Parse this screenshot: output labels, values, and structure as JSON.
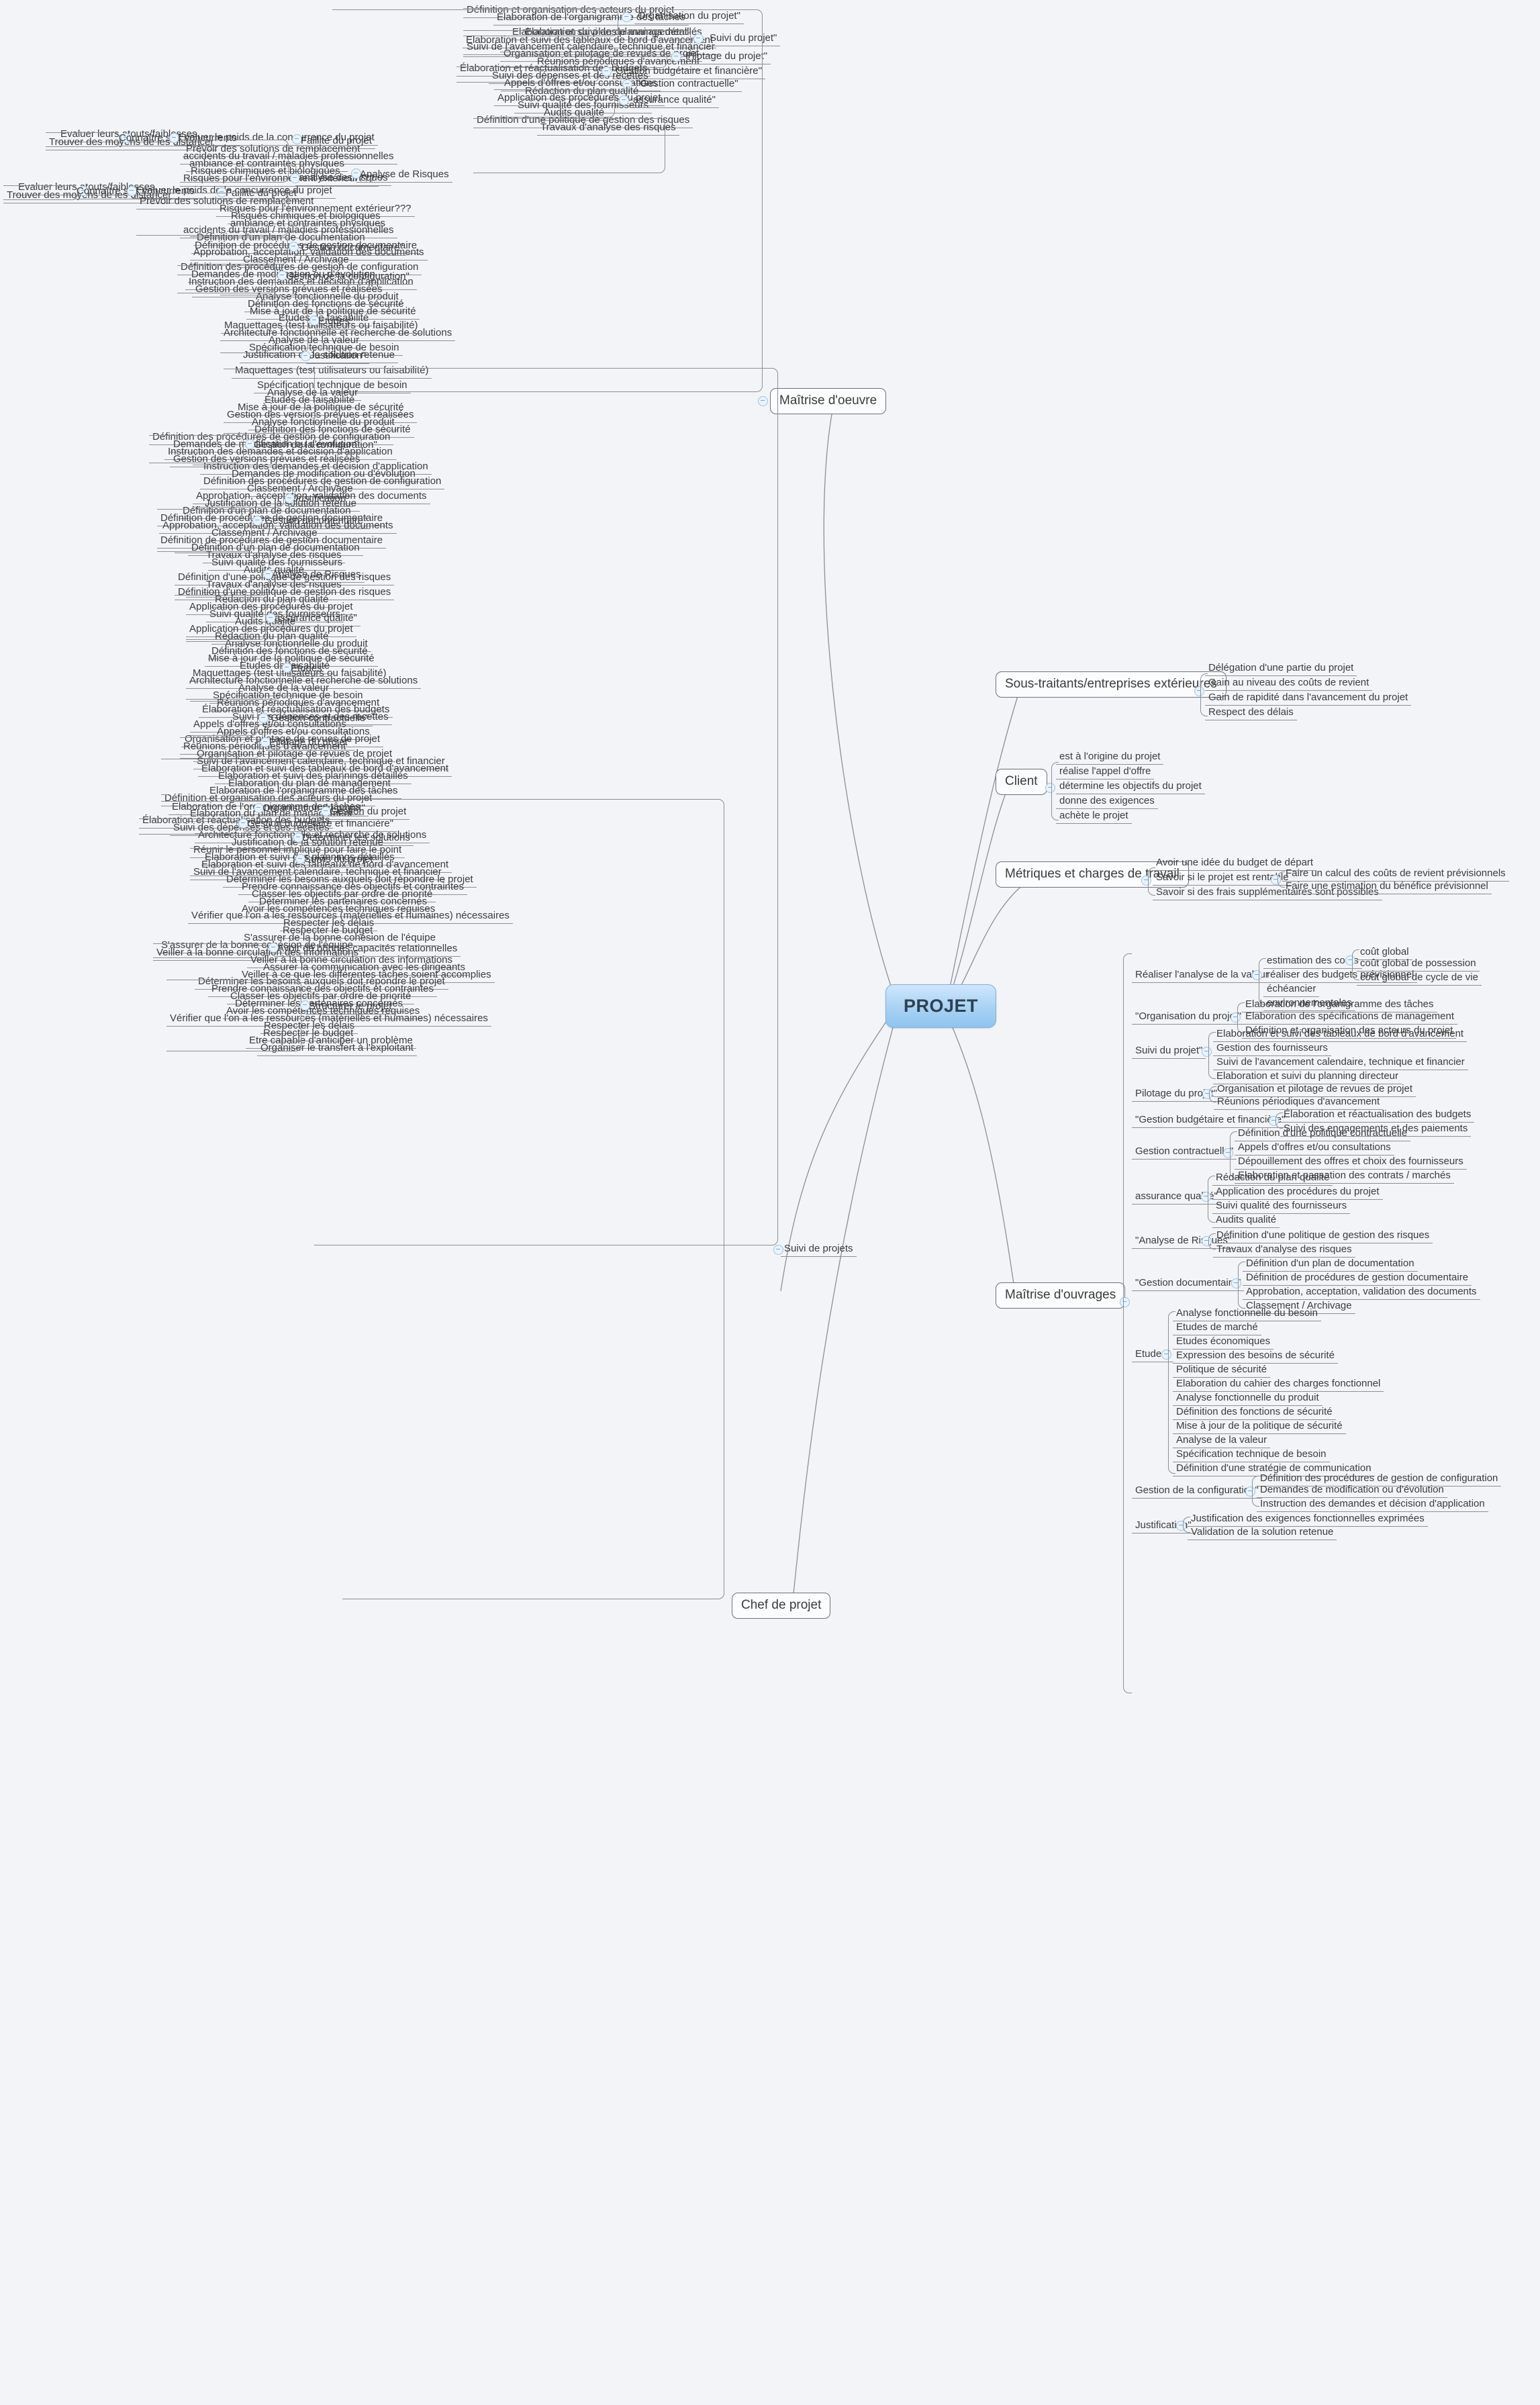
{
  "root": {
    "label": "PROJET"
  },
  "colors": {
    "background": "#f2f4f8",
    "root_fill": "#a8d2f4",
    "root_border": "#7fb2dd",
    "line": "#8d8f94",
    "toggle": "#9cc3e4",
    "text": "#3b3b3b"
  },
  "icons": {
    "collapse": "collapse-toggle-icon"
  },
  "branches": {
    "maitrise_oeuvre": {
      "label": "Maîtrise d'oeuvre",
      "groups": {
        "organisation": {
          "label": "Organisation du projet\"",
          "items": [
            "Définition et organisation des acteurs du projet",
            "Elaboration de l'organigramme des tâches",
            "Elaboration du plan de management"
          ]
        },
        "suivi": {
          "label": "Suivi du projet\"",
          "items": [
            "Elaboration et suivi des plannings détaillés",
            "Elaboration et suivi des tableaux de bord d'avancement",
            "Suivi de l'avancement calendaire, technique et financier"
          ]
        },
        "pilotage": {
          "label": "Pilotage du projet\"",
          "items": [
            "Organisation et pilotage de revues de projet",
            "Réunions périodiques d'avancement"
          ]
        },
        "budget": {
          "label": "Gestion budgétaire et financière\"",
          "items": [
            "Élaboration et réactualisation des budgets",
            "Suivi des dépenses et des recettes"
          ]
        },
        "contractuelle": {
          "label": "\"Gestion contractuelle\"",
          "items": [
            "Appels d'offres et/ou consultations"
          ]
        },
        "qualite": {
          "label": "assurance qualité\"",
          "items": [
            "Rédaction du plan qualité",
            "Application des procédures du projet",
            "Suivi qualité des fournisseurs",
            "Audits qualité"
          ]
        },
        "risques": {
          "label": "Analyse de Risques",
          "items": [
            "Définition d'une politique de gestion des risques",
            "Travaux d'analyse des risques"
          ]
        },
        "analyse_risques": {
          "label": "analyse des risques",
          "items": [
            "Prévoir des solutions de remplacement",
            "accidents du travail / maladies professionnelles",
            "ambiance et contraintes physiques",
            "Risques chimiques et biologiques",
            "Risques pour l'environnement extérieur???"
          ]
        },
        "faillite": {
          "label": "Faillite du projet",
          "items": [
            "Evaluer le poids de la concurrence du projet"
          ]
        },
        "concurrents": {
          "label": "Connaître ses concurrents",
          "items": [
            "Evaluer leurs atouts/faiblesses",
            "Trouver des moyens de les distancer"
          ]
        },
        "faillite2": {
          "label": "Faillite du projet",
          "items": [
            "Evaluer le poids de la concurrence du projet"
          ]
        },
        "concurrents2": {
          "label": "Connaître ses concurrents",
          "items": [
            "Evaluer leurs atouts/faiblesses",
            "Trouver des moyens de les distancer"
          ]
        },
        "risques2_items": [
          "Prévoir des solutions de remplacement",
          "Risques pour l'environnement extérieur???",
          "Risques chimiques et biologiques",
          "ambiance et contraintes physiques",
          "accidents du travail / maladies professionnelles"
        ],
        "documentaire": {
          "label": "\"Gestion documentaire\"",
          "items": [
            "Définition d'un plan de documentation",
            "Définition de procédures de gestion documentaire",
            "Approbation, acceptation, validation des documents",
            "Classement / Archivage"
          ]
        },
        "configuration": {
          "label": "Gestion de la configuration\"",
          "items": [
            "Définition des procédures de gestion de configuration",
            "Demandes de modification ou d'évolution",
            "Instruction des demandes et décision d'application",
            "Gestion des versions prévues et réalisées"
          ]
        },
        "etudes": {
          "label": "Etudes\"",
          "items": [
            "Analyse fonctionnelle du produit",
            "Définition des fonctions de sécurité",
            "Mise à jour de la politique de sécurité",
            "Etudes de faisabilité",
            "Maquettages (test utilisateurs ou faisabilité)",
            "Architecture fonctionnelle et recherche de solutions",
            "Analyse de la valeur",
            "Spécification technique de besoin"
          ]
        },
        "justification": {
          "label": "Justification\"",
          "items": [
            "Justification de la solution retenue"
          ]
        }
      }
    },
    "sous_traitants": {
      "label": "Sous-traitants/entreprises extérieures",
      "items": [
        "Délégation d'une partie du projet",
        "Gain au niveau des coûts de revient",
        "Gain de rapidité dans l'avancement du projet",
        "Respect des délais"
      ]
    },
    "client": {
      "label": "Client",
      "items": [
        "est à l'origine du projet",
        "réalise l'appel d'offre",
        "détermine les objectifs du projet",
        "donne des exigences",
        "achète le projet"
      ]
    },
    "metriques": {
      "label": "Métriques et charges de travail",
      "items": [
        "Avoir une idée du budget de départ",
        "Savoir si le projet est rentable",
        "Savoir si des frais supplémentaires sont possibles"
      ],
      "rentable_children": [
        "Faire un calcul des coûts de revient prévisionnels",
        "Faire une estimation du bénéfice prévisionnel"
      ]
    },
    "maitrise_ouvrages": {
      "label": "Maîtrise d'ouvrages",
      "groups": {
        "analyse_valeur": {
          "label": "Réaliser l'analyse de la valeur",
          "items": [
            "estimation des couts",
            "réaliser des budgets prévisionnel",
            "échéancier",
            "environnementales"
          ],
          "couts_children": [
            "coût global",
            "coût global de possession",
            "coût global de cycle de vie"
          ]
        },
        "organisation": {
          "label": "\"Organisation du projet\"",
          "items": [
            "Elaboration de l'organigramme des tâches",
            "Elaboration des spécifications de management",
            "Définition et organisation des acteurs du projet"
          ]
        },
        "suivi": {
          "label": "Suivi du projet\"",
          "items": [
            "Elaboration et suivi des tableaux de bord d'avancement",
            "Gestion des fournisseurs",
            "Suivi de l'avancement calendaire, technique et financier",
            "Elaboration et suivi du planning directeur"
          ]
        },
        "pilotage": {
          "label": "Pilotage du projet\"",
          "items": [
            "Organisation et pilotage de revues de projet",
            "Réunions périodiques d'avancement"
          ]
        },
        "budget": {
          "label": "\"Gestion budgétaire et financière\"",
          "items": [
            "Élaboration et réactualisation des budgets",
            "Suivi des engagements et des paiements"
          ]
        },
        "contractuelle": {
          "label": "Gestion contractuelle\"",
          "items": [
            "Définition d'une politique contractuelle",
            "Appels d'offres et/ou consultations",
            "Dépouillement des offres et choix des fournisseurs",
            "Elaboration et passation des contrats / marchés"
          ]
        },
        "qualite": {
          "label": "assurance qualité\"",
          "items": [
            "Rédaction du plan qualité",
            "Application des procédures du projet",
            "Suivi qualité des fournisseurs",
            "Audits qualité"
          ]
        },
        "risques": {
          "label": "\"Analyse de Risques\"",
          "items": [
            "Définition d'une politique de gestion des risques",
            "Travaux d'analyse des risques"
          ]
        },
        "documentaire": {
          "label": "\"Gestion documentaire\"",
          "items": [
            "Définition d'un plan de documentation",
            "Définition de procédures de gestion documentaire",
            "Approbation, acceptation, validation des documents",
            "Classement / Archivage"
          ]
        },
        "etudes": {
          "label": "Etudes\"",
          "items": [
            "Analyse fonctionnelle du besoin",
            "Etudes de marché",
            "Etudes économiques",
            "Expression des besoins de sécurité",
            "Politique de sécurité",
            "Elaboration du cahier des charges fonctionnel",
            "Analyse fonctionnelle du produit",
            "Définition des fonctions de sécurité",
            "Mise à jour de la politique de sécurité",
            "Analyse de la valeur",
            "Spécification technique de besoin",
            "Définition d'une stratégie de communication"
          ]
        },
        "configuration": {
          "label": "Gestion de la configuration\"",
          "items": [
            "Définition des procédures de gestion de configuration",
            "Demandes de modification ou d'évolution",
            "Instruction des demandes et décision d'application"
          ]
        },
        "justification": {
          "label": "Justification\"",
          "items": [
            "Justification des exigences fonctionnelles exprimées",
            "Validation de la solution retenue"
          ]
        }
      }
    },
    "suivi_projets": {
      "label": "Suivi de projets",
      "groups": {
        "etudes_top": {
          "label": "Etudes\"",
          "items": [
            "Maquettages (test utilisateurs ou faisabilité)",
            "Spécification technique de besoin",
            "Analyse de la valeur",
            "Etudes de faisabilité",
            "Mise à jour de la politique de sécurité",
            "Gestion des versions prévues et réalisées",
            "Analyse fonctionnelle du produit",
            "Définition des fonctions de sécurité"
          ]
        },
        "configuration": {
          "label": "Gestion de la configuration\"",
          "items": [
            "Définition des procédures de gestion de configuration",
            "Demandes de modification ou d'évolution",
            "Instruction des demandes et décision d'application",
            "Gestion des versions prévues et réalisées"
          ]
        },
        "justification": {
          "label": "Justification\"",
          "items": [
            "Instruction des demandes et décision d'application",
            "Demandes de modification ou d'évolution",
            "Définition des procédures de gestion de configuration",
            "Classement / Archivage",
            "Approbation, acceptation, validation des documents",
            "Justification de la solution retenue"
          ]
        },
        "documentaire": {
          "label": "\"Gestion documentaire\"",
          "items": [
            "Définition d'un plan de documentation",
            "Définition de procédures de gestion documentaire",
            "Approbation, acceptation, validation des documents",
            "Classement / Archivage",
            "Définition de procédures de gestion documentaire",
            "Définition d'un plan de documentation"
          ]
        },
        "risques_block": {
          "label": "Analyse de Risques",
          "items": [
            "Travaux d'analyse des risques",
            "Suivi qualité des fournisseurs",
            "Audits qualité",
            "Définition d'une politique de gestion des risques",
            "Travaux d'analyse des risques",
            "Définition d'une politique de gestion des risques"
          ]
        },
        "qualite": {
          "label": "assurance qualité\"",
          "items": [
            "Rédaction du plan qualité",
            "Application des procédures du projet",
            "Suivi qualité des fournisseurs",
            "Audits qualité",
            "Application des procédures du projet",
            "Rédaction du plan qualité"
          ]
        },
        "etudes_bas": {
          "label": "Etudes\"",
          "items": [
            "Analyse fonctionnelle du produit",
            "Définition des fonctions de sécurité",
            "Mise à jour de la politique de sécurité",
            "Etudes de faisabilité",
            "Maquettages (test utilisateurs ou faisabilité)",
            "Architecture fonctionnelle et recherche de solutions",
            "Analyse de la valeur",
            "Spécification technique de besoin"
          ]
        },
        "contractuelle": {
          "label": "\"Gestion contractuelle\"",
          "items": [
            "Réunions périodiques d'avancement",
            "Élaboration et réactualisation des budgets",
            "Suivi des dépenses et des recettes",
            "Appels d'offres et/ou consultations",
            "Appels d'offres et/ou consultations"
          ]
        },
        "pilotage": {
          "label": "Pilotage du projet\"",
          "items": [
            "Organisation et pilotage de revues de projet",
            "Réunions périodiques d'avancement",
            "Organisation et pilotage de revues de projet"
          ]
        },
        "suivi_bas": {
          "label": "",
          "items": [
            "Suivi de l'avancement calendaire, technique et financier",
            "Elaboration et suivi des tableaux de bord d'avancement",
            "Elaboration et suivi des plannings détaillés",
            "Elaboration du plan de management",
            "Elaboration de l'organigramme des tâches",
            "Définition et organisation des acteurs du projet"
          ]
        }
      }
    },
    "chef_de_projet": {
      "label": "Chef de projet",
      "groups": {
        "gestion": {
          "label": "Gestion du projet",
          "items": [
            "Définition et organisation des acteurs du projet",
            "Elaboration de l'organigramme des tâches",
            "Elaboration du plan de management"
          ]
        },
        "organisation": {
          "label": "Organisation du projet\"",
          "items": []
        },
        "budget": {
          "label": "Gestion budgétaire et financière\"",
          "items": [
            "Élaboration et réactualisation des budgets",
            "Suivi des dépenses et des recettes"
          ]
        },
        "solutions": {
          "label": "Déterminer les solutions",
          "items": [
            "Architecture fonctionnelle et recherche de solutions",
            "Justification de la solution retenue"
          ]
        },
        "suivis": {
          "label": "Suivis du projet",
          "items": [
            "Réunir le personnel impliqué pour faire le point",
            "Elaboration et suivi des plannings détaillés",
            "Elaboration et suivi des tableaux de bord d'avancement",
            "Suivi de l'avancement calendaire, technique et financier"
          ]
        },
        "besoins_mid": {
          "label": "",
          "items": [
            "Déterminer les besoins  auxquels doit répondre le projet",
            "Prendre connaissance des objectifs et contraintes",
            "Classer les objectifs par ordre de priorité",
            "Déterminer les partenaires concernés",
            "Avoir les compétences techniques requises",
            "Vérifier que l'on a les ressources (matérielles et humaines) nécessaires",
            "Respecter les délais",
            "Respecter le budget",
            "S'assurer de la bonne cohésion de l'équipe"
          ]
        },
        "relationnel": {
          "label": "Avoir de bonnes capacités relationnelles",
          "items": [
            "S'assurer de la bonne cohésion de l'équipe",
            "Veiller à la bonne circulation des informations"
          ]
        },
        "comm": {
          "label": "",
          "items": [
            "Veiller à la bonne circulation des informations",
            "Assurer la communication avec les dirigeants",
            "Veiller à ce que les différentes tâches soient accomplies"
          ]
        },
        "structurer": {
          "label": "Structurer le projet",
          "items": [
            "Déterminer les besoins  auxquels doit répondre le projet",
            "Prendre connaissance des objectifs et contraintes",
            "Classer les objectifs par ordre de priorité",
            "Déterminer les partenaires concernés",
            "Avoir les compétences techniques requises",
            "Vérifier que l'on a les ressources (matérielles et humaines) nécessaires",
            "Respecter les délais",
            "Respecter le budget",
            "Etre capable d'anticiper un problème",
            "Organiser le transfert à l'exploitant"
          ]
        }
      }
    }
  }
}
